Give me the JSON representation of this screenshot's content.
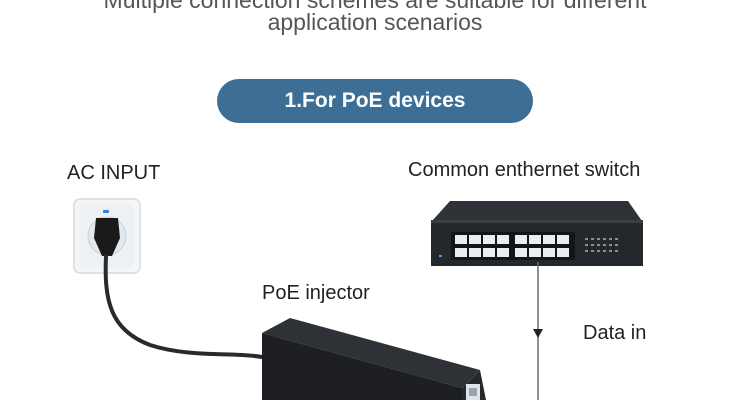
{
  "header": {
    "line1": "Multiple connection schemes are suitable for different",
    "line2": "application scenarios"
  },
  "section": {
    "title": "1.For  PoE devices"
  },
  "labels": {
    "ac_input": "AC INPUT",
    "switch": "Common enthernet switch",
    "injector": "PoE injector",
    "data_in": "Data in"
  },
  "colors": {
    "pill_bg": "#3d6f96",
    "device_body": "#2b2b2b",
    "ports": "#e8eef3"
  }
}
